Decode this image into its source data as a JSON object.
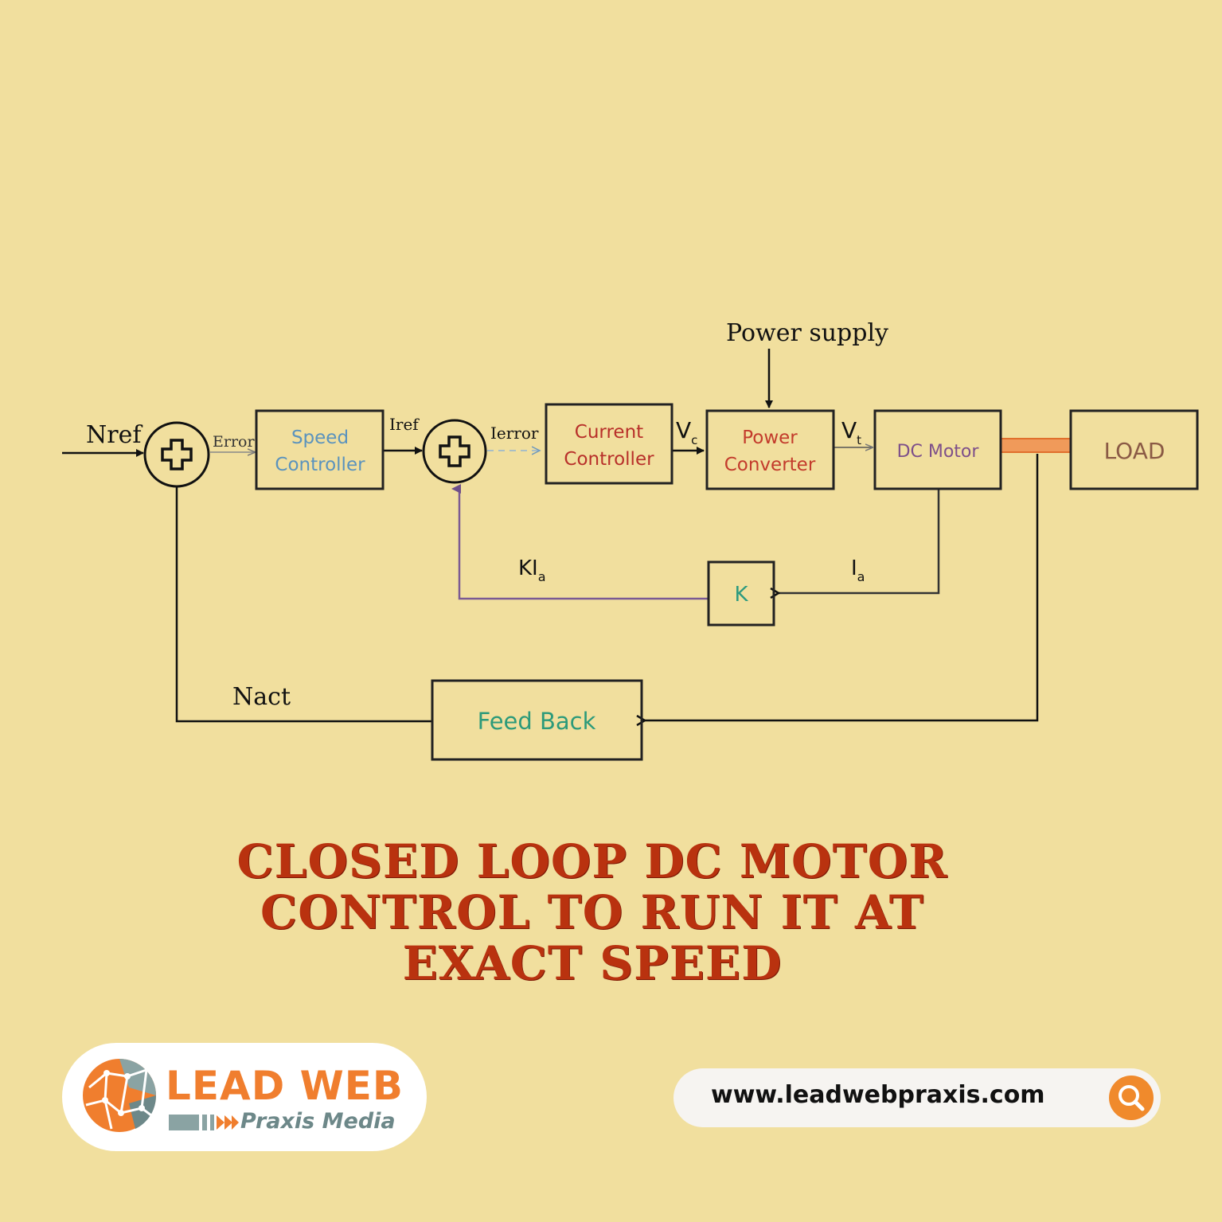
{
  "diagram": {
    "blocks": {
      "speed_controller": [
        "Speed",
        "Controller"
      ],
      "current_controller": [
        "Current",
        "Controller"
      ],
      "power_converter": [
        "Power",
        "Converter"
      ],
      "dc_motor": "DC Motor",
      "load": "LOAD",
      "k": "K",
      "feedback": "Feed Back"
    },
    "signals": {
      "nref": "Nref",
      "error": "Error",
      "iref": "Iref",
      "ierror": "Ierror",
      "vc_main": "V",
      "vc_sub": "c",
      "vt_main": "V",
      "vt_sub": "t",
      "power_supply": "Power supply",
      "kia_main": "KI",
      "kia_sub": "a",
      "ia_main": "I",
      "ia_sub": "a",
      "nact": "Nact"
    },
    "colors": {
      "speed_controller_text": "#5b93bd",
      "current_controller_text": "#b8302a",
      "power_converter_text": "#c33b2c",
      "dc_motor_text": "#7d4f8a",
      "load_text": "#8a5a45",
      "k_text": "#2d9a7f",
      "feedback_text": "#2c9a7a",
      "kia_line": "#7b5a93",
      "shaft": "#f09a5a"
    }
  },
  "headline": [
    "CLOSED LOOP DC MOTOR",
    "CONTROL TO RUN IT AT",
    "EXACT SPEED"
  ],
  "brand": {
    "name": "LEAD WEB",
    "sub": "Praxis Media",
    "logo_icon": "globe-network-icon",
    "primary": "#f07e2e",
    "secondary": "#6d8889"
  },
  "footer": {
    "url": "www.leadwebpraxis.com",
    "search_icon": "search-icon",
    "search_color": "#f08a2c"
  }
}
